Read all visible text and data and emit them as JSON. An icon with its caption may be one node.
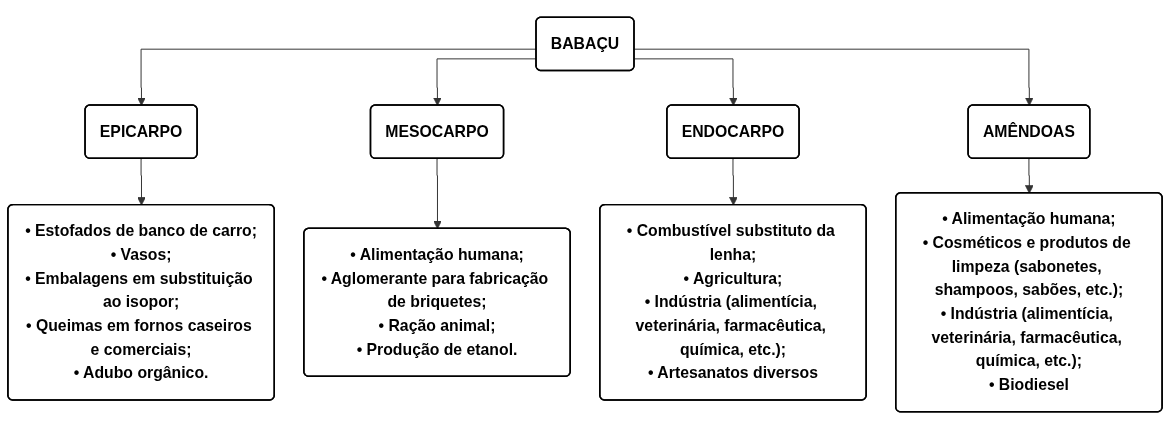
{
  "diagram": {
    "nodes": [
      {
        "text": [
          "BABAÇU"
        ]
      },
      {
        "text": [
          "EPICARPO"
        ]
      },
      {
        "text": [
          "MESOCARPO"
        ]
      },
      {
        "text": [
          "ENDOCARPO"
        ]
      },
      {
        "text": [
          "AMÊNDOAS"
        ]
      },
      {
        "text": [
          "• Estofados de banco de carro;",
          "• Vasos;",
          "• Embalagens em substituição ao isopor;",
          "• Queimas em fornos caseiros e comerciais;",
          "• Adubo orgânico."
        ]
      },
      {
        "text": [
          "• Alimentação humana;",
          "• Aglomerante para fabricação de briquetes;",
          "• Ração animal;",
          "• Produção de etanol."
        ]
      },
      {
        "text": [
          "• Combustível substituto da lenha;",
          "• Agricultura;",
          "• Indústria (alimentícia, veterinária, farmacêutica, química, etc.);",
          "• Artesanatos diversos"
        ]
      },
      {
        "text": [
          "• Alimentação humana;",
          "• Cosméticos e produtos de limpeza (sabonetes, shampoos, sabões, etc.);",
          "• Indústria (alimentícia, veterinária, farmacêutica, química, etc.);",
          "• Biodiesel"
        ]
      }
    ],
    "edges": [
      {
        "from": 0,
        "to": 1,
        "arrow": "to"
      },
      {
        "from": 0,
        "to": 2,
        "arrow": "to"
      },
      {
        "from": 0,
        "to": 3,
        "arrow": "to"
      },
      {
        "from": 0,
        "to": 4,
        "arrow": "to"
      },
      {
        "from": 1,
        "to": 5,
        "arrow": "to"
      },
      {
        "from": 2,
        "to": 6,
        "arrow": "to"
      },
      {
        "from": 3,
        "to": 7,
        "arrow": "to"
      },
      {
        "from": 4,
        "to": 8,
        "arrow": "to"
      }
    ]
  }
}
